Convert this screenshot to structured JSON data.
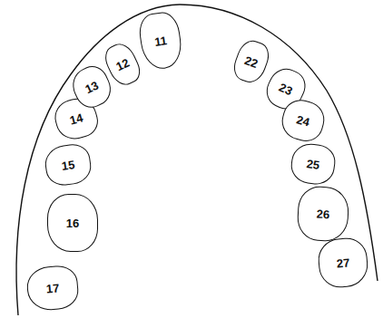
{
  "diagram": {
    "nodes": [
      {
        "text": [
          "17"
        ]
      },
      {
        "text": [
          "16"
        ]
      },
      {
        "text": [
          "15"
        ]
      },
      {
        "text": [
          "14"
        ]
      },
      {
        "text": [
          "13"
        ]
      },
      {
        "text": [
          "12"
        ]
      },
      {
        "text": [
          "11"
        ]
      },
      {
        "text": [
          "22"
        ]
      },
      {
        "text": [
          "23"
        ]
      },
      {
        "text": [
          "24"
        ]
      },
      {
        "text": [
          "25"
        ]
      },
      {
        "text": [
          "26"
        ]
      },
      {
        "text": [
          "27"
        ]
      }
    ]
  }
}
